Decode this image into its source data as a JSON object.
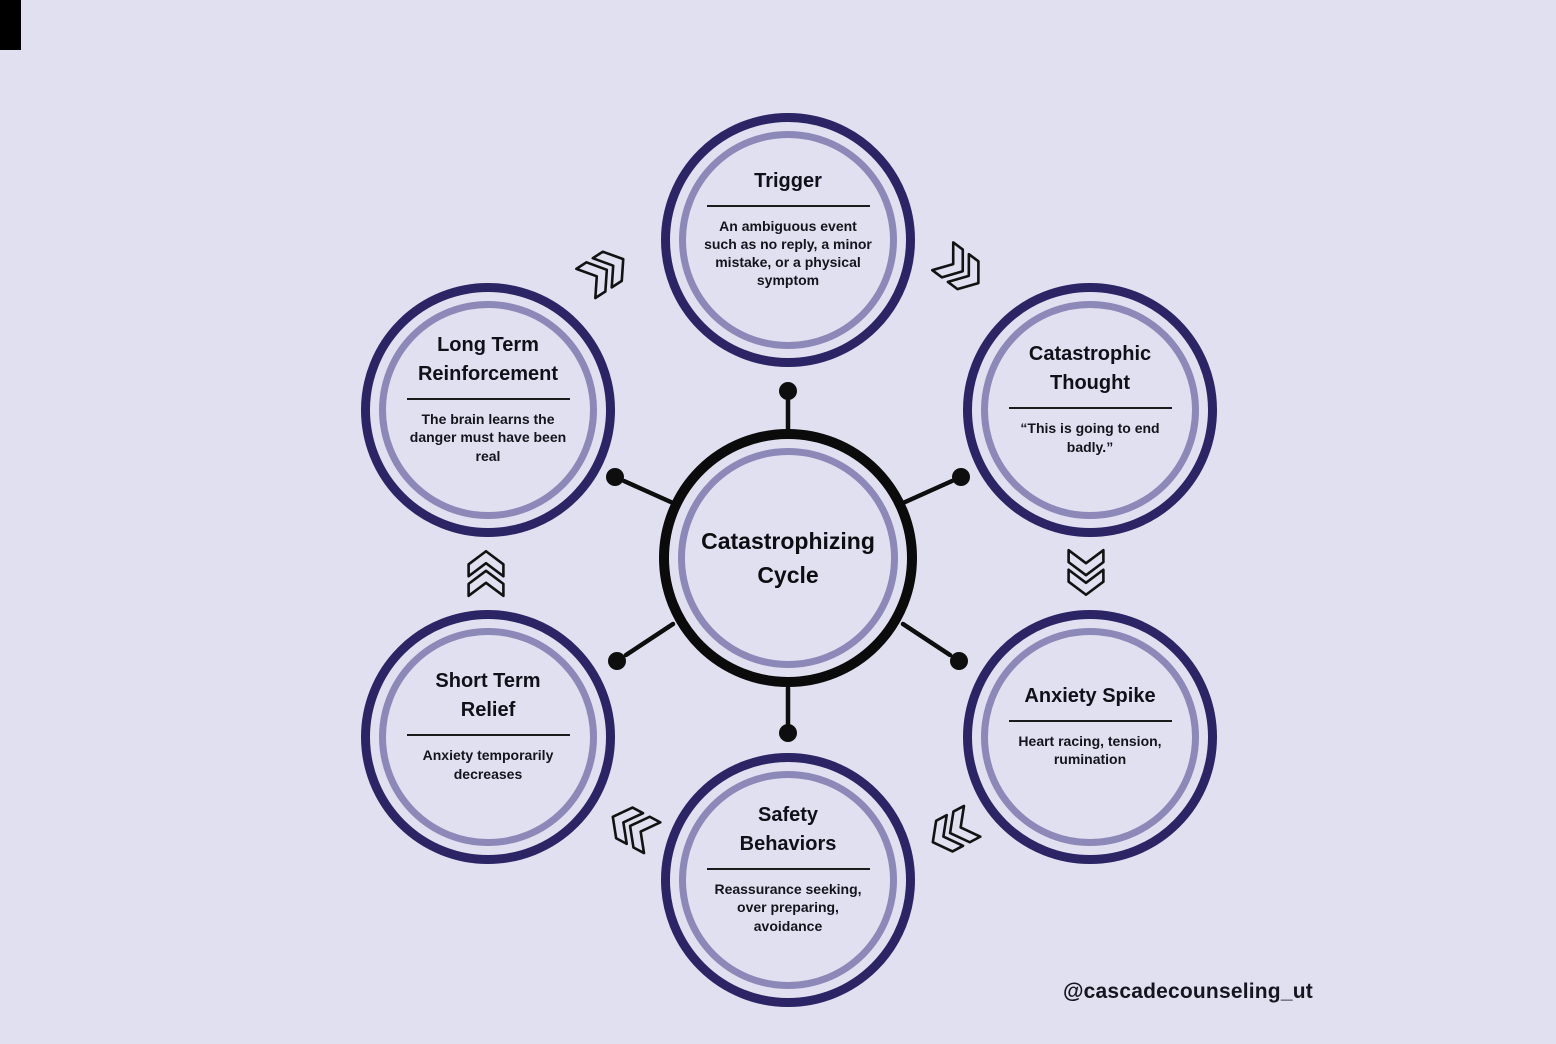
{
  "title": "Catastrophizing Cycle",
  "colors": {
    "background": "#e1e0f0",
    "node_ring_outer": "#2b2465",
    "node_ring_inner": "#8c88b8",
    "center_ring": "#0b0b0b",
    "text": "#14141c",
    "connector": "#0e0e0e"
  },
  "center": {
    "title": "Catastrophizing Cycle"
  },
  "nodes": [
    {
      "id": "trigger",
      "title": "Trigger",
      "description": "An ambiguous event such as no reply, a minor mistake, or a physical symptom"
    },
    {
      "id": "catastrophic-thought",
      "title": "Catastrophic Thought",
      "description": "“This is going to end badly.”"
    },
    {
      "id": "anxiety-spike",
      "title": "Anxiety Spike",
      "description": "Heart racing, tension, rumination"
    },
    {
      "id": "safety-behaviors",
      "title": "Safety Behaviors",
      "description": "Reassurance seeking, over preparing, avoidance"
    },
    {
      "id": "short-term-relief",
      "title": "Short Term Relief",
      "description": "Anxiety temporarily decreases"
    },
    {
      "id": "long-term-reinforcement",
      "title": "Long Term Reinforcement",
      "description": "The brain learns the danger must have been real"
    }
  ],
  "watermark": "@cascadecounseling_ut"
}
